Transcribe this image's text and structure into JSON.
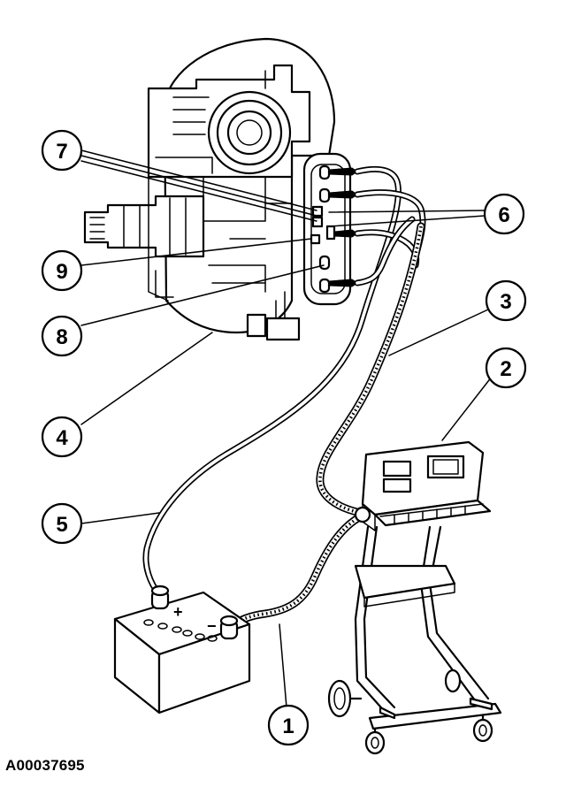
{
  "figure_id": "A00037695",
  "callouts": [
    {
      "number": "1",
      "component": "cable-1"
    },
    {
      "number": "2",
      "component": "test-equipment"
    },
    {
      "number": "3",
      "component": "cable-3"
    },
    {
      "number": "4",
      "component": "generator"
    },
    {
      "number": "5",
      "component": "cable-5"
    },
    {
      "number": "6",
      "component": "connectors"
    },
    {
      "number": "7",
      "component": "terminal-7"
    },
    {
      "number": "8",
      "component": "terminal-8"
    },
    {
      "number": "9",
      "component": "terminal-9"
    }
  ],
  "battery": {
    "positive_symbol": "+",
    "negative_symbol": "−"
  }
}
